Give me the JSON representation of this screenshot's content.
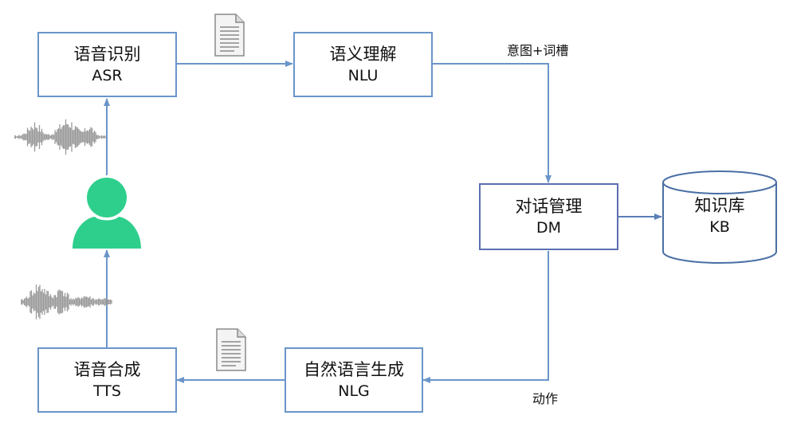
{
  "nodes": {
    "asr": {
      "title": "语音识别",
      "abbr": "ASR"
    },
    "nlu": {
      "title": "语义理解",
      "abbr": "NLU"
    },
    "dm": {
      "title": "对话管理",
      "abbr": "DM"
    },
    "kb": {
      "title": "知识库",
      "abbr": "KB"
    },
    "nlg": {
      "title": "自然语言生成",
      "abbr": "NLG"
    },
    "tts": {
      "title": "语音合成",
      "abbr": "TTS"
    }
  },
  "edge_labels": {
    "nlu_to_dm": "意图+词槽",
    "dm_to_nlg": "动作"
  },
  "icons": {
    "user": "user-icon",
    "document_top": "document-icon",
    "document_bottom": "document-icon",
    "waveform_top": "audio-waveform-icon",
    "waveform_bottom": "audio-waveform-icon"
  },
  "colors": {
    "line": "#6a95c9",
    "box_border": "#6a95c9",
    "dm_border": "#5b6fb0",
    "user": "#2ecf8c",
    "waveform": "#9a9a9a"
  }
}
